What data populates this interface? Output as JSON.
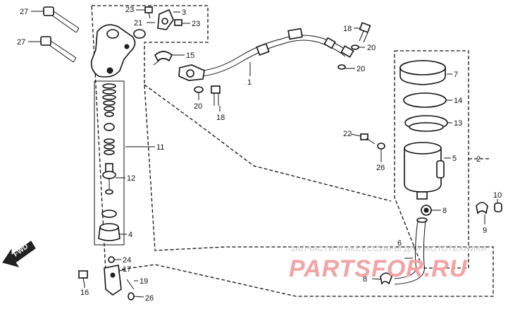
{
  "callouts": {
    "c1": "1",
    "c2": "2",
    "c3": "3",
    "c4": "4",
    "c5": "5",
    "c6": "6",
    "c7": "7",
    "c8a": "8",
    "c8b": "8",
    "c9": "9",
    "c10": "10",
    "c11": "11",
    "c12": "12",
    "c13": "13",
    "c14": "14",
    "c15": "15",
    "c16": "16",
    "c17": "17",
    "c18a": "18",
    "c18b": "18",
    "c19": "19",
    "c20a": "20",
    "c20b": "20",
    "c20c": "20",
    "c21": "21",
    "c22": "22",
    "c23a": "23",
    "c23b": "23",
    "c24": "24",
    "c26a": "26",
    "c26b": "26",
    "c27a": "27",
    "c27b": "27"
  },
  "fwd_label": "FWD",
  "watermark": {
    "line1": "ЗАПЧАСТИ И АКСЕССУАРЫ ДЛЯ МОТОТЕХНИКИ",
    "line2": "PARTSFOR.RU"
  }
}
